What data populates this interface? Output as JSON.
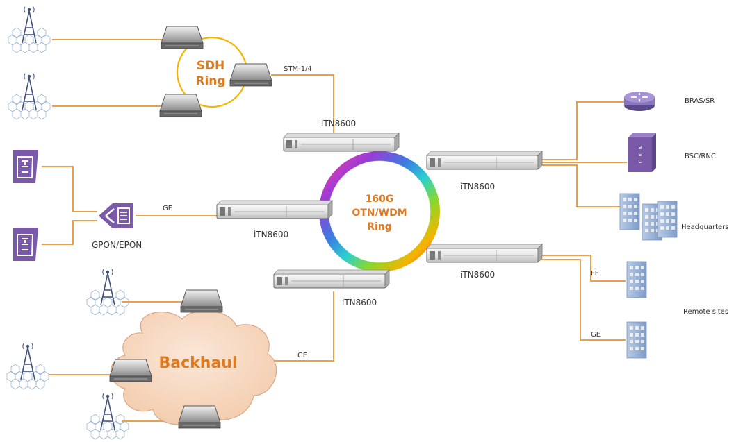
{
  "colors": {
    "link": "#e8a04a",
    "accent_text": "#e07a1f",
    "device_purple": "#7a5aa8",
    "building_blue": "#9fb6d8",
    "cloud_fill": "#f8dcc6"
  },
  "sdh_ring": {
    "line1": "SDH",
    "line2": "Ring"
  },
  "otn_ring": {
    "line1": "160G",
    "line2": "OTN/WDM",
    "line3": "Ring"
  },
  "backhaul": {
    "label": "Backhaul"
  },
  "nodes": {
    "top": "iTN8600",
    "right_top": "iTN8600",
    "left": "iTN8600",
    "right_bottom": "iTN8600",
    "bottom": "iTN8600"
  },
  "links": {
    "stm": "STM-1/4",
    "ge_left": "GE",
    "ge_bottom": "GE",
    "fe_remote": "FE",
    "ge_remote": "GE"
  },
  "endpoints": {
    "gpon": "GPON/EPON",
    "bras": "BRAS/SR",
    "bsc": "BSC/RNC",
    "hq": "Headquarters",
    "remote": "Remote sites"
  },
  "icons": {
    "tower": "cell-tower-icon",
    "sdh_device": "sdh-device-icon",
    "router": "router-icon",
    "server": "bsc-server-icon",
    "building": "building-icon",
    "olt": "olt-icon",
    "onu": "onu-icon"
  }
}
